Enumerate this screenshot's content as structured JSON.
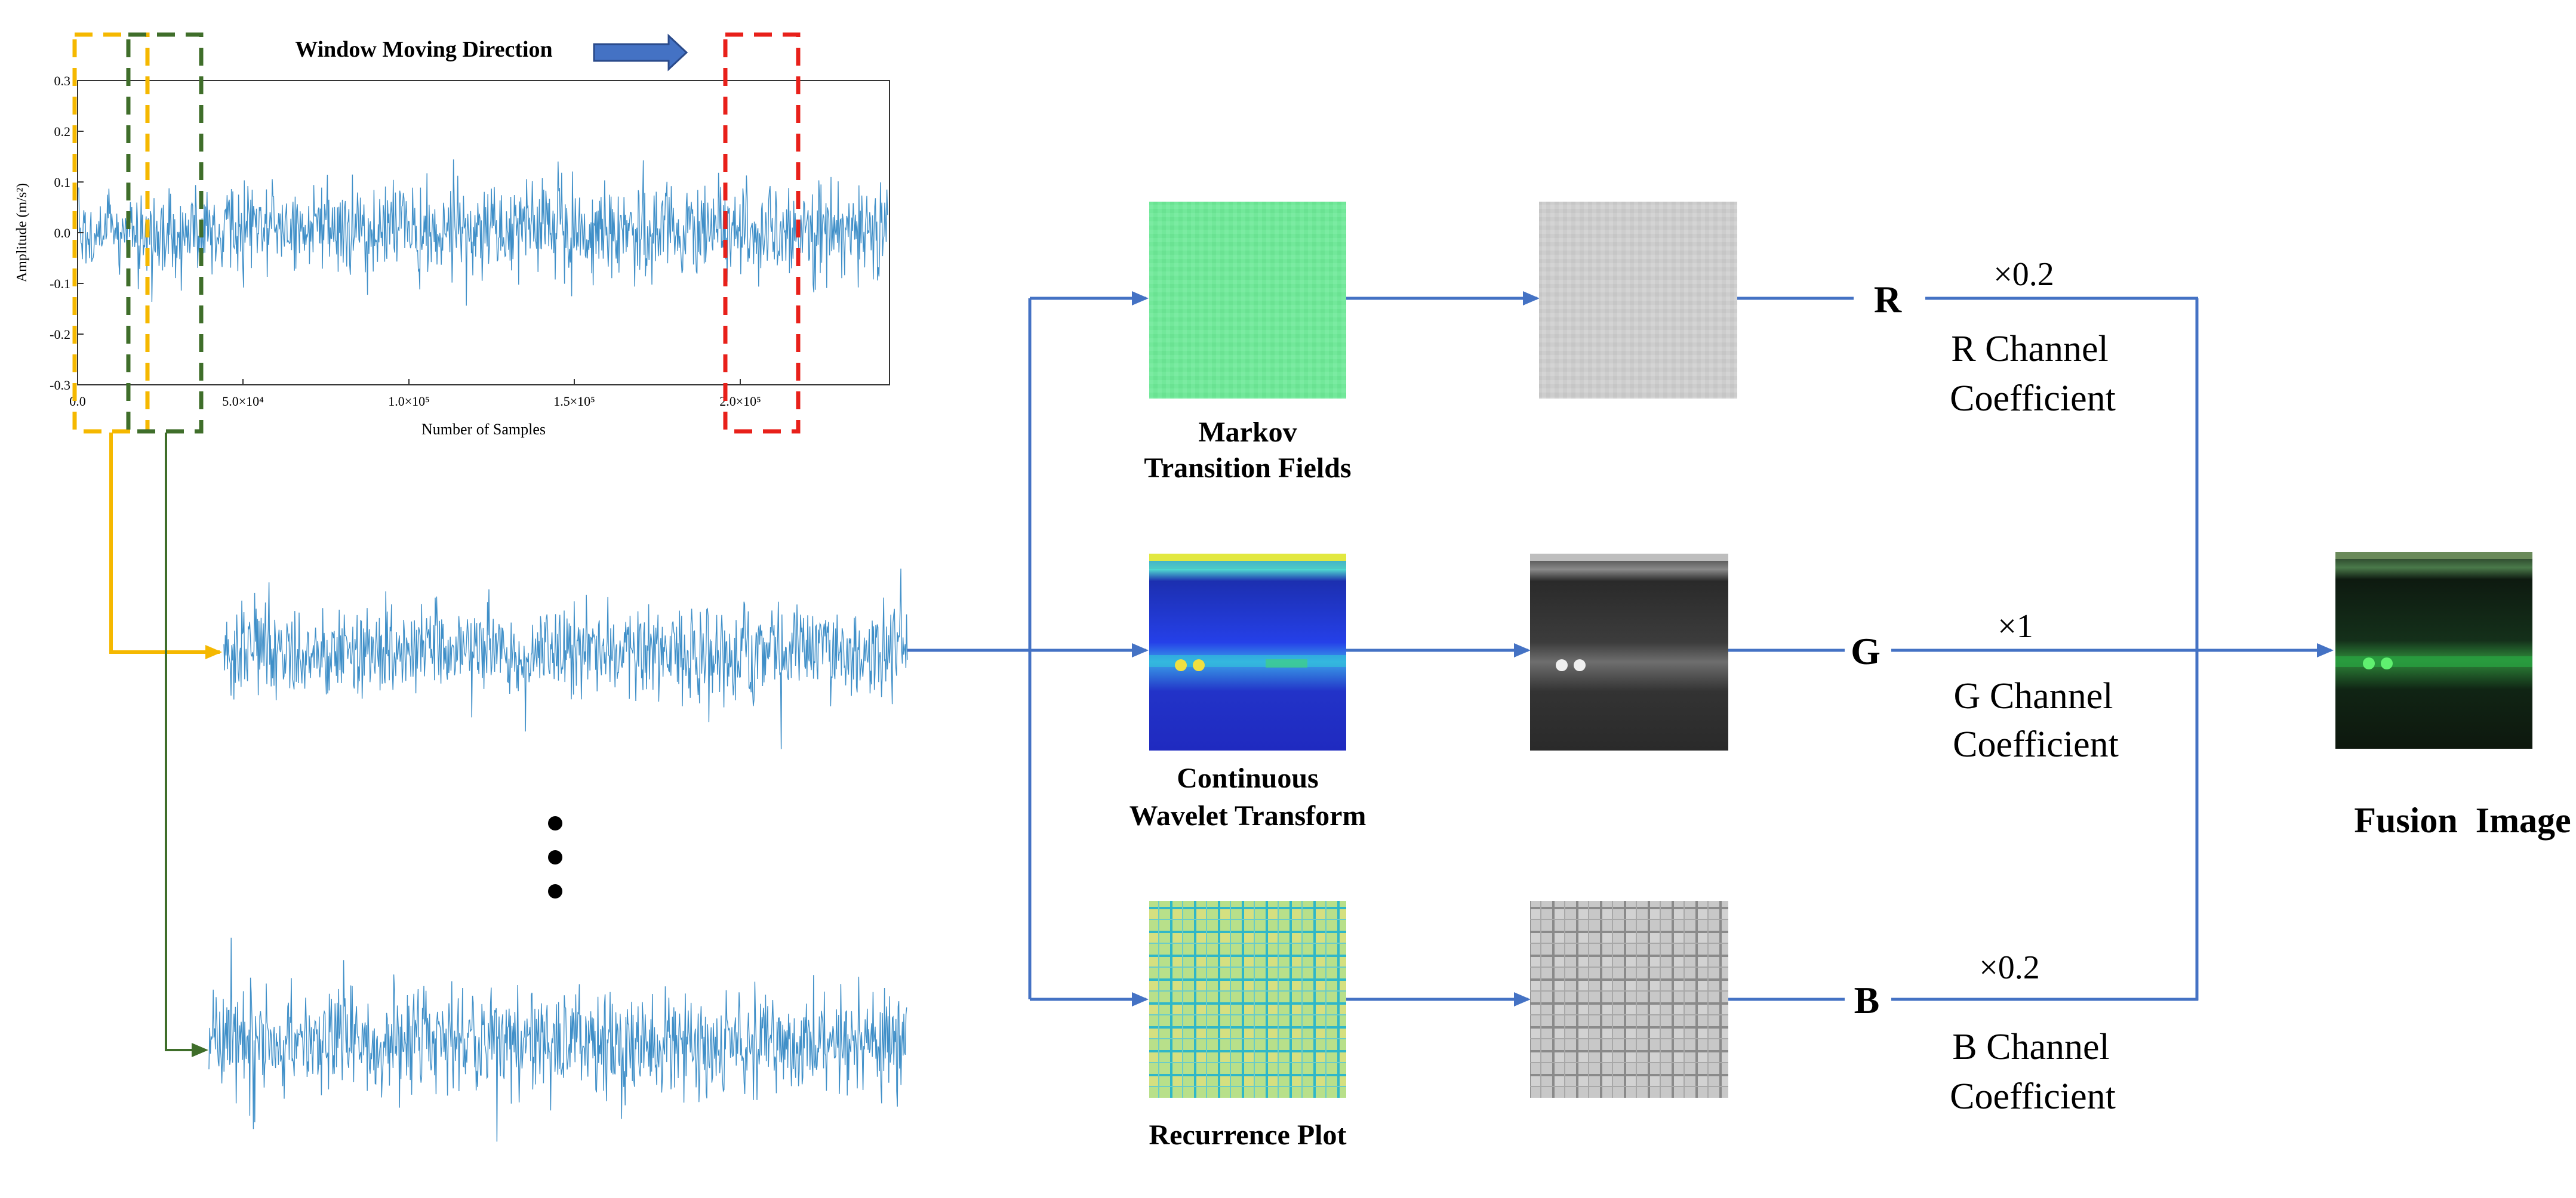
{
  "title": "Window Moving Direction",
  "top_chart": {
    "ylabel": "Amplitude (m/s²)",
    "xlabel": "Number of Samples",
    "yticks": [
      "0.3",
      "0.2",
      "0.1",
      "0.0",
      "-0.1",
      "-0.2",
      "-0.3"
    ],
    "xticks": [
      "0.0",
      "5.0×10⁴",
      "1.0×10⁵",
      "1.5×10⁵",
      "2.0×10⁵"
    ],
    "signal_color": "#3F8FC8"
  },
  "window_colors": {
    "first": "#F5B800",
    "second": "#3F6E2A",
    "last": "#E8201A"
  },
  "ellipsis": "⋮",
  "transforms": {
    "mtf": {
      "label_line1": "Markov",
      "label_line2": "Transition Fields"
    },
    "cwt": {
      "label_line1": "Continuous",
      "label_line2": "Wavelet Transform"
    },
    "rp": {
      "label_line1": "Recurrence Plot"
    }
  },
  "channels": {
    "r": {
      "letter": "R",
      "coefficient": "×0.2",
      "desc_line1": "R Channel",
      "desc_line2": "Coefficient"
    },
    "g": {
      "letter": "G",
      "coefficient": "×1",
      "desc_line1": "G Channel",
      "desc_line2": "Coefficient"
    },
    "b": {
      "letter": "B",
      "coefficient": "×0.2",
      "desc_line1": "B Channel",
      "desc_line2": "Coefficient"
    }
  },
  "fusion": {
    "label": "Fusion  Image"
  },
  "colors": {
    "arrow": "#4472C4",
    "dir_arrow": "#4472C4"
  }
}
